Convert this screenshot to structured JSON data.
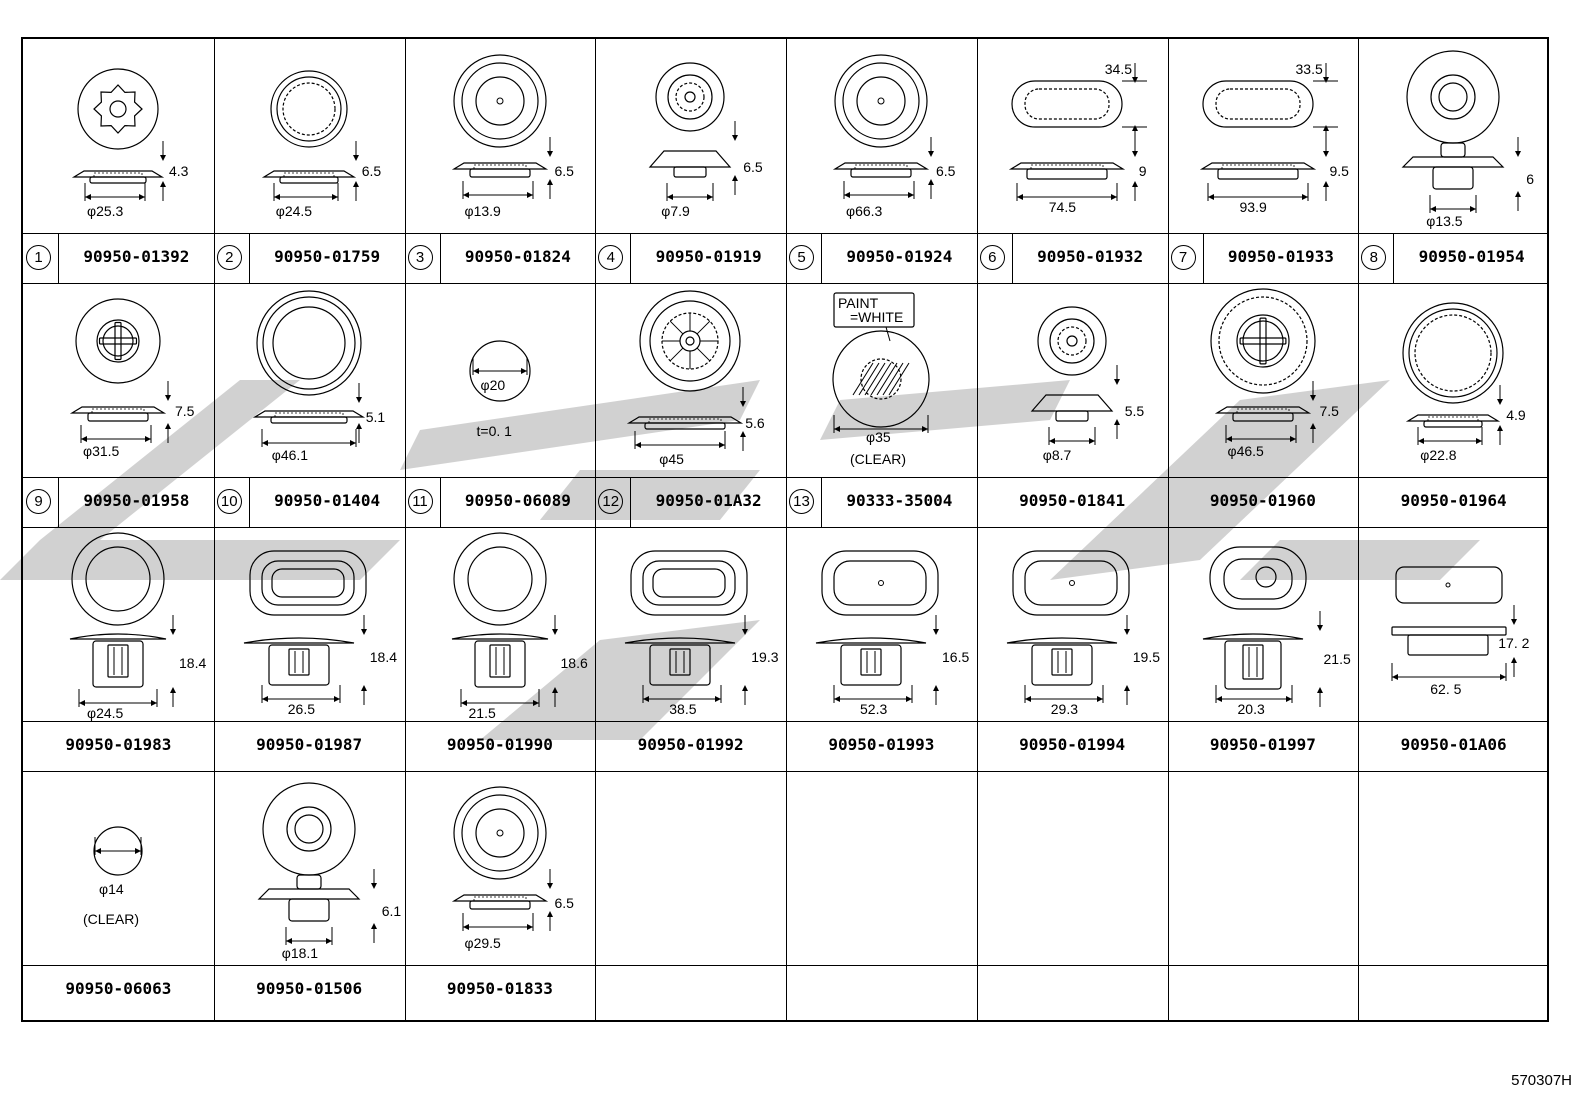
{
  "catalog_code": "570307H",
  "rows": [
    [
      {
        "index": "1",
        "part": "90950-01392",
        "dims": [
          "4.3",
          "φ25.3"
        ],
        "shape": "gear"
      },
      {
        "index": "2",
        "part": "90950-01759",
        "dims": [
          "6.5",
          "φ24.5"
        ],
        "shape": "ring-dashed"
      },
      {
        "index": "3",
        "part": "90950-01824",
        "dims": [
          "6.5",
          "φ13.9"
        ],
        "shape": "rings-dot"
      },
      {
        "index": "4",
        "part": "90950-01919",
        "dims": [
          "6.5",
          "φ7.9"
        ],
        "shape": "small-dot"
      },
      {
        "index": "5",
        "part": "90950-01924",
        "dims": [
          "6.5",
          "φ66.3"
        ],
        "shape": "rings-dot"
      },
      {
        "index": "6",
        "part": "90950-01932",
        "dims": [
          "34.5",
          "9",
          "74.5"
        ],
        "shape": "oval-dashed"
      },
      {
        "index": "7",
        "part": "90950-01933",
        "dims": [
          "33.5",
          "9.5",
          "93.9"
        ],
        "shape": "oval-dashed"
      },
      {
        "index": "8",
        "part": "90950-01954",
        "dims": [
          "6",
          "φ13.5"
        ],
        "shape": "ring-hole"
      }
    ],
    [
      {
        "index": "9",
        "part": "90950-01958",
        "dims": [
          "7.5",
          "φ31.5"
        ],
        "shape": "cross"
      },
      {
        "index": "10",
        "part": "90950-01404",
        "dims": [
          "5.1",
          "φ46.1"
        ],
        "shape": "ring-large"
      },
      {
        "index": "11",
        "part": "90950-06089",
        "dims": [
          "φ20",
          "t=0. 1"
        ],
        "shape": "sticker"
      },
      {
        "index": "12",
        "part": "90950-01A32",
        "dims": [
          "5.6",
          "φ45"
        ],
        "shape": "spoked"
      },
      {
        "index": "13",
        "part": "90333-35004",
        "dims": [
          "PAINT",
          "=WHITE",
          "φ35",
          "(CLEAR)"
        ],
        "shape": "paint"
      },
      {
        "index": "",
        "part": "90950-01841",
        "dims": [
          "5.5",
          "φ8.7"
        ],
        "shape": "small-rings"
      },
      {
        "index": "",
        "part": "90950-01960",
        "dims": [
          "7.5",
          "φ46.5"
        ],
        "shape": "cross-large"
      },
      {
        "index": "",
        "part": "90950-01964",
        "dims": [
          "4.9",
          "φ22.8"
        ],
        "shape": "ring-dashed-large"
      }
    ],
    [
      {
        "index": "",
        "part": "90950-01983",
        "dims": [
          "18.4",
          "φ24.5"
        ],
        "shape": "clip-round"
      },
      {
        "index": "",
        "part": "90950-01987",
        "dims": [
          "18.4",
          "26.5"
        ],
        "shape": "clip-oval"
      },
      {
        "index": "",
        "part": "90950-01990",
        "dims": [
          "18.6",
          "21.5"
        ],
        "shape": "clip-round"
      },
      {
        "index": "",
        "part": "90950-01992",
        "dims": [
          "19.3",
          "38.5"
        ],
        "shape": "clip-oval"
      },
      {
        "index": "",
        "part": "90950-01993",
        "dims": [
          "16.5",
          "52.3"
        ],
        "shape": "clip-oval-dot"
      },
      {
        "index": "",
        "part": "90950-01994",
        "dims": [
          "19.5",
          "29.3"
        ],
        "shape": "clip-oval-dot"
      },
      {
        "index": "",
        "part": "90950-01997",
        "dims": [
          "21.5",
          "20.3"
        ],
        "shape": "clip-c"
      },
      {
        "index": "",
        "part": "90950-01A06",
        "dims": [
          "17. 2",
          "62. 5"
        ],
        "shape": "clip-rect"
      }
    ],
    [
      {
        "index": "",
        "part": "90950-06063",
        "dims": [
          "φ14",
          "(CLEAR)"
        ],
        "shape": "sticker-small"
      },
      {
        "index": "",
        "part": "90950-01506",
        "dims": [
          "6.1",
          "φ18.1"
        ],
        "shape": "ring-hole"
      },
      {
        "index": "",
        "part": "90950-01833",
        "dims": [
          "6.5",
          "φ29.5"
        ],
        "shape": "rings-dot"
      },
      {
        "index": "",
        "part": "",
        "dims": [],
        "shape": "empty"
      },
      {
        "index": "",
        "part": "",
        "dims": [],
        "shape": "empty"
      },
      {
        "index": "",
        "part": "",
        "dims": [],
        "shape": "empty"
      },
      {
        "index": "",
        "part": "",
        "dims": [],
        "shape": "empty"
      },
      {
        "index": "",
        "part": "",
        "dims": [],
        "shape": "empty"
      }
    ]
  ]
}
